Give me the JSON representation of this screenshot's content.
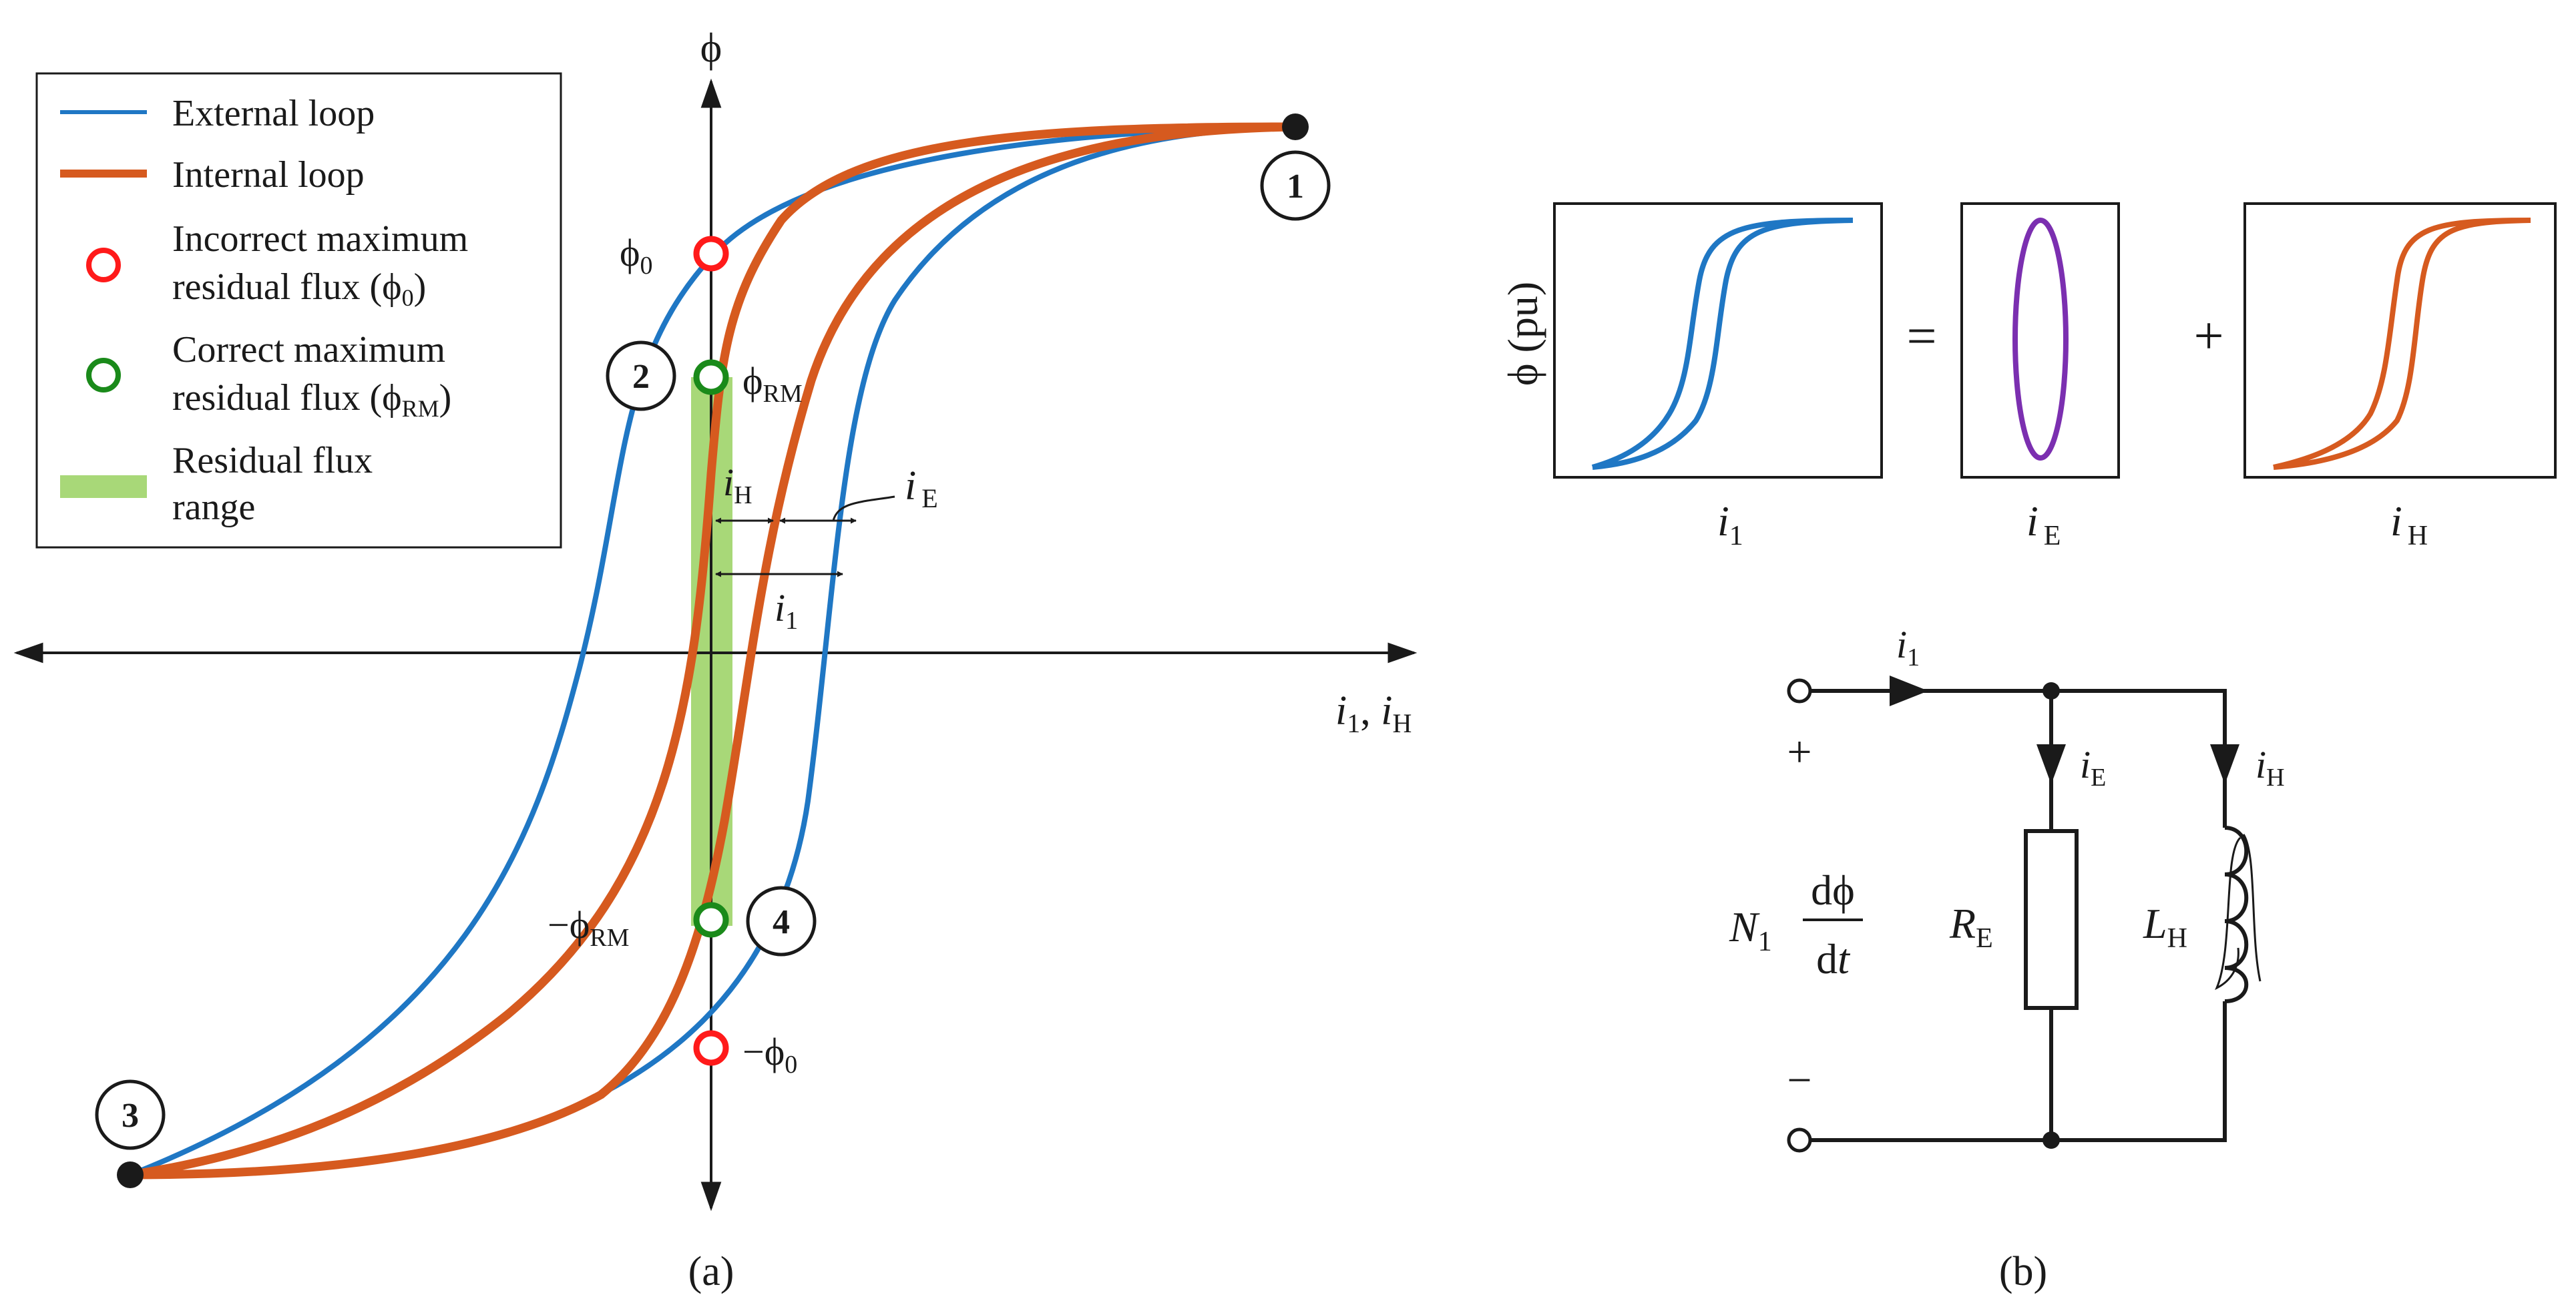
{
  "colors": {
    "external_loop": "#1f77c4",
    "internal_loop": "#d65a1f",
    "incorrect_marker": "#ff1a1a",
    "correct_marker": "#1a8a1a",
    "residual_range": "#a8d878",
    "ellipse": "#7b2fb0",
    "ink": "#1a1a1a"
  },
  "panel_a": {
    "caption": "(a)",
    "y_axis_label": "ϕ",
    "x_axis_label": {
      "i1": "i",
      "i1_sub": "1",
      "sep": ", ",
      "iH": "i",
      "iH_sub": "H"
    },
    "legend": {
      "external": "External loop",
      "internal": "Internal loop",
      "incorrect_line1": "Incorrect maximum",
      "incorrect_line2": "residual flux (ϕ",
      "incorrect_sub": "0",
      "incorrect_close": ")",
      "correct_line1": "Correct maximum",
      "correct_line2": "residual flux (ϕ",
      "correct_sub": "RM",
      "correct_close": ")",
      "range_line1": "Residual flux",
      "range_line2": "range"
    },
    "points": {
      "p1": "1",
      "p2": "2",
      "p3": "3",
      "p4": "4"
    },
    "labels": {
      "phi0": "ϕ",
      "phi0_sub": "0",
      "phiRM": "ϕ",
      "phiRM_sub": "RM",
      "neg_phiRM": "−ϕ",
      "neg_phiRM_sub": "RM",
      "neg_phi0": "−ϕ",
      "neg_phi0_sub": "0",
      "iH": "i",
      "iH_sub": "H",
      "iE": "i",
      "iE_sub": "E",
      "i1": "i",
      "i1_sub": "1"
    }
  },
  "panel_b": {
    "caption": "(b)",
    "y_label": "ϕ (pu)",
    "equals": "=",
    "plus": "+",
    "box_labels": {
      "i1": "i",
      "i1_sub": "1",
      "iE": "i",
      "iE_sub": "E",
      "iH": "i",
      "iH_sub": "H"
    },
    "circuit": {
      "i1": "i",
      "i1_sub": "1",
      "iE": "i",
      "iE_sub": "E",
      "iH": "i",
      "iH_sub": "H",
      "plus": "+",
      "minus": "−",
      "N": "N",
      "N_sub": "1",
      "dphi": "dϕ",
      "dt_d": "d",
      "dt_t": "t",
      "RE": "R",
      "RE_sub": "E",
      "LH": "L",
      "LH_sub": "H"
    }
  }
}
